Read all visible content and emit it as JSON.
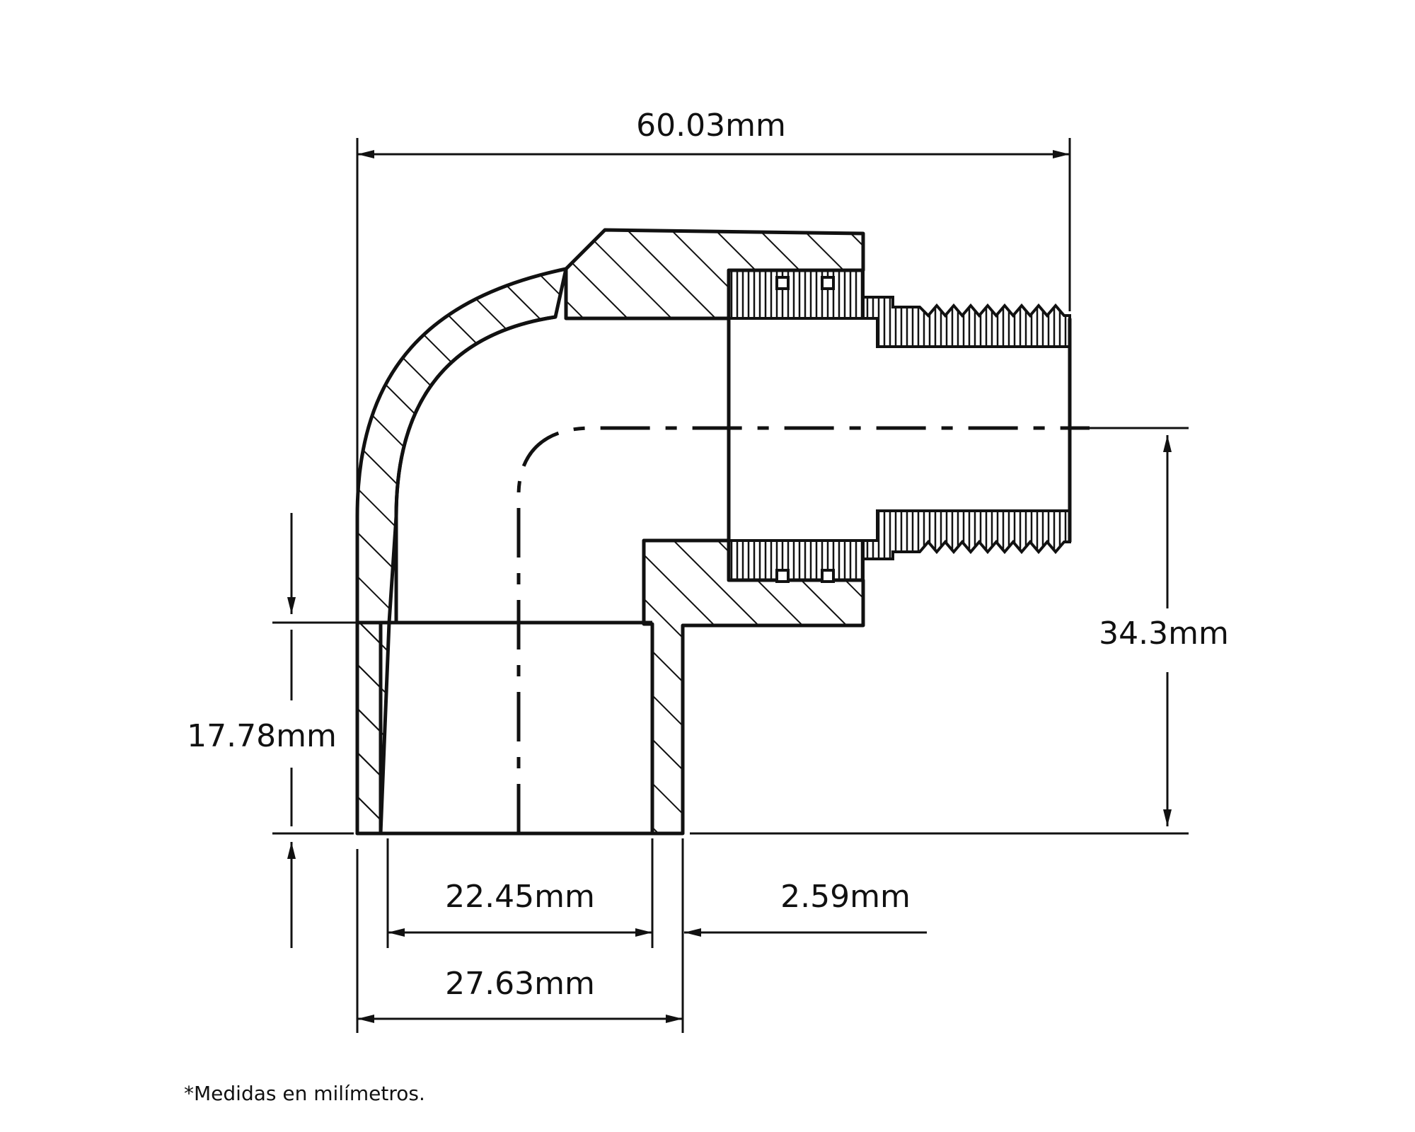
{
  "dimensions": {
    "overall_width": "60.03mm",
    "socket_depth": "17.78mm",
    "center_height": "34.3mm",
    "inner_diameter": "22.45mm",
    "wall_thickness": "2.59mm",
    "outer_diameter": "27.63mm"
  },
  "note": "*Medidas en milímetros.",
  "colors": {
    "line": "#111111",
    "background": "#ffffff"
  }
}
